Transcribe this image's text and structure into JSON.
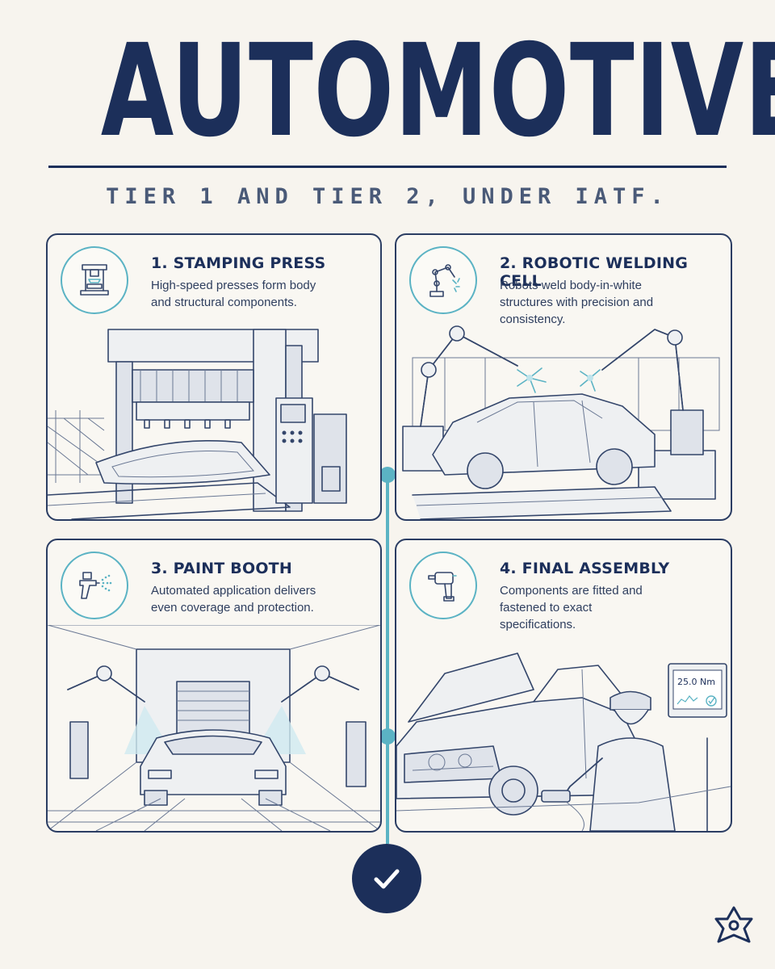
{
  "title": "AUTOMOTIVE",
  "subtitle": "TIER 1 AND TIER 2, UNDER IATF.",
  "steps": [
    {
      "title": "1. STAMPING PRESS",
      "description": "High-speed presses form body and structural components.",
      "icon": "stamping-press-icon"
    },
    {
      "title": "2. ROBOTIC WELDING CELL",
      "description": "Robots weld body-in-white structures with precision and consistency.",
      "icon": "robot-arm-icon"
    },
    {
      "title": "3. PAINT BOOTH",
      "description": "Automated application delivers even coverage and protection.",
      "icon": "spray-gun-icon"
    },
    {
      "title": "4. FINAL ASSEMBLY",
      "description": "Components are fitted and fastened to exact specifications.",
      "icon": "torque-tool-icon"
    }
  ],
  "assembly_display": {
    "torque_reading": "25.0 Nm"
  },
  "colors": {
    "navy": "#1c2f5a",
    "teal": "#5bb3c4",
    "background": "#f7f4ee"
  },
  "completion_icon": "checkmark-icon",
  "logo_icon": "lotus-logo-icon"
}
